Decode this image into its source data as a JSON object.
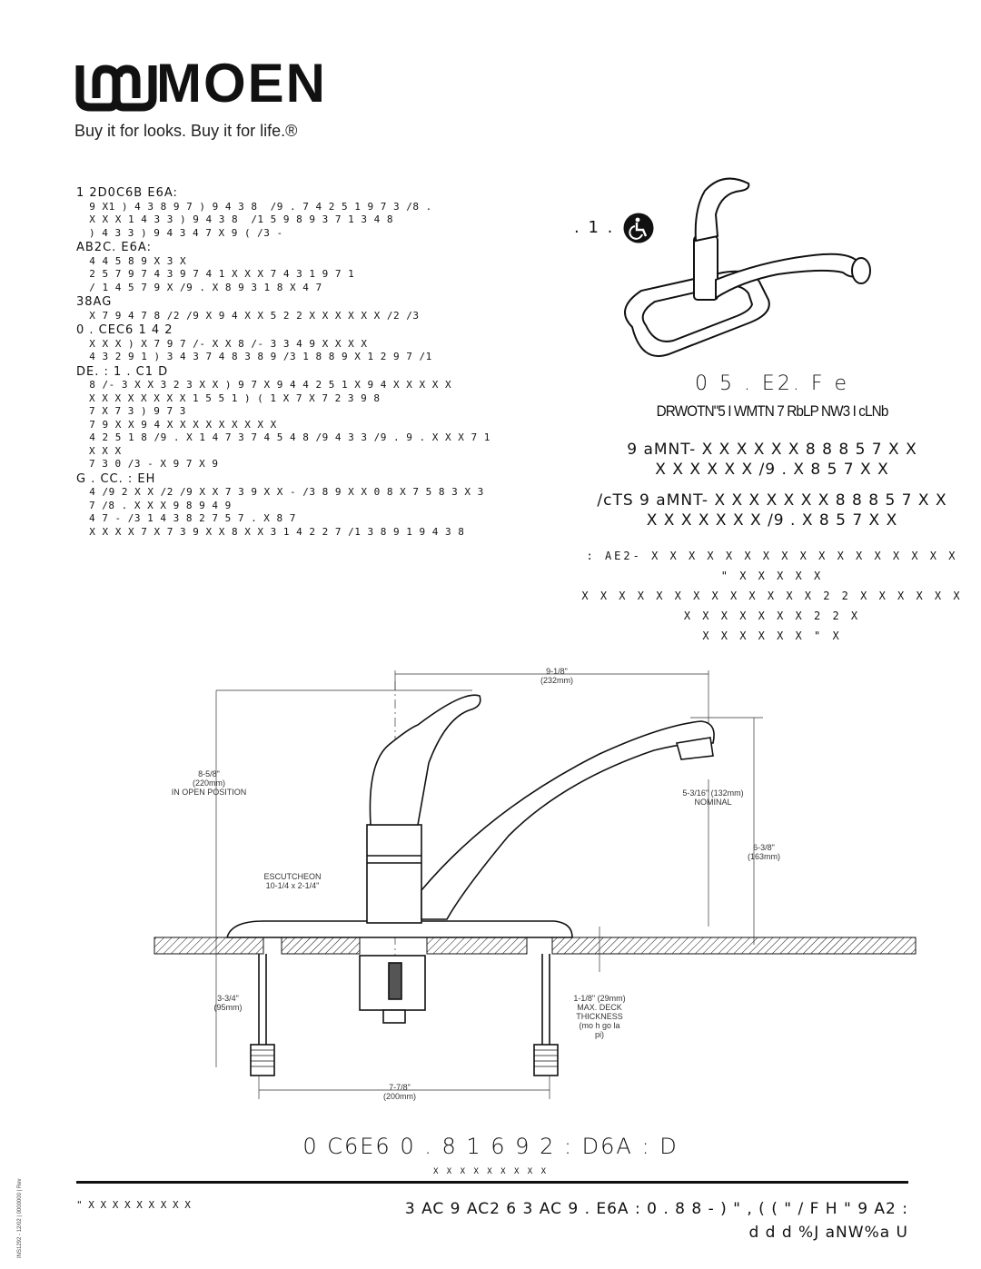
{
  "brand": {
    "name": "MOEN",
    "tagline": "Buy it for looks. Buy it for life.®"
  },
  "features": [
    {
      "heading": "1 2D0C6B E6A:",
      "items": [
        "  9 X1 ) 4 3 8 9 7 ) 9 4 3 8  /9 . 7 4 2 5 1 9 7 3 /8 .",
        "  X X X 1 4 3 3 ) 9 4 3 8  /1 5 9 8 9 3 7 1 3 4 8\n) 4 3 3 ) 9 4 3 4 7 X 9 ( /3 -"
      ]
    },
    {
      "heading": "AB2C. E6A:",
      "items": [
        "  4 4 5 8 9 X 3 X",
        "  2 5 7 9 7 4 3 9 7 4 1 X X X 7 4 3 1 9 7 1",
        "  / 1 4 5 7 9 X /9 . X 8 9 3 1 8 X 4 7"
      ]
    },
    {
      "heading": "38AG",
      "items": [
        "  X 7 9 4 7 8 /2 /9 X 9 4 X X 5 2 2 X X X X X X /2 /3"
      ]
    },
    {
      "heading": "0 . CEC6 1 4 2",
      "items": [
        "  X X X ) X 7 9 7 /- X X 8 /- 3 3 4 9 X X X X",
        "  4 3 2 9 1 ) 3 4 3 7 4 8 3 8 9 /3 1 8 8 9 X 1 2 9 7 /1"
      ]
    },
    {
      "heading": "DE. : 1 . C1 D",
      "items": [
        "  8 /- 3 X X 3 2 3 X X ) 9 7 X 9 4 4 2 5 1 X 9 4 X X X X X\nX X X X X X X X 1 5 5 1 ) ( 1 X 7 X 7 2 3 9 8\n7 X 7 3 ) 9 7 3",
        "  7 9 X X 9 4 X X X X X X X X X",
        "  4 2 5 1 8 /9 . X 1 4 7 3 7 4 5 4 8 /9 4 3 3 /9 . 9 . X X X 7 1 X X X\n7 3 0 /3 - X 9 7 X 9"
      ]
    },
    {
      "heading": "G . CC. : EH",
      "items": [
        "  4 /9 2 X X /2 /9 X X 7 3 9 X X - /3 8 9 X X 0 8 X 7 5 8 3 X 3 7 /8 . X X X 9 8 9 4 9\n4 7 - /3 1 4 3 8 2 7 5 7 . X 8 7",
        "  X X X X 7 X 7 3 9 X X 8 X X 3 1 4 2 2 7 /1 3 8 9 1 9 4 3 8"
      ]
    }
  ],
  "ada_label": ". 1 .",
  "model": {
    "title": "0 5 . E2. F e",
    "subtitle": "DRWOTN\"5 I WMTN 7 RbLP NW3 I cLNb",
    "line1": "9 aMNT- X X X X X X 8 8 8 5 7 X X",
    "line2": "X X X X X X /9 . X 8 5 7 X X",
    "line3": "/cTS 9 aMNT- X X X X X X X 8 8 8 5 7 X X",
    "line4": "X X X X X X X /9 . X 8 5 7 X X",
    "fine1": ": AE2- X X X X X X X X X X X X X X X X X \" X X X X X",
    "fine2": "X X X X X X X X X X X X X 2 2 X X X X X X X X X X X X X 2 2 X",
    "fine3": "X X X X X X \" X"
  },
  "dimensions": {
    "reach": "9-1/8\"",
    "reach_mm": "(232mm)",
    "height": "8-5/8\"",
    "height_mm": "(220mm)",
    "height_note": "IN OPEN POSITION",
    "nominal": "5-3/16\" (132mm)",
    "nominal_note": "NOMINAL",
    "spout_h": "6-3/8\"",
    "spout_h_mm": "(163mm)",
    "escutcheon": "ESCUTCHEON",
    "escutcheon_size": "10-1/4    x  2-1/4\"",
    "shank": "3-3/4\"",
    "shank_mm": "(95mm)",
    "deck": "1-1/8\" (29mm)",
    "deck_note1": "MAX. DECK",
    "deck_note2": "THICKNESS",
    "deck_note3": "(mo h    go    la",
    "deck_note4": "pi)",
    "spacing": "7-7/8\"",
    "spacing_mm": "(200mm)"
  },
  "footer": {
    "title": "0 C6E6 0 . 8 1 6 9 2 : D6A : D",
    "sub": "X  X  X X X X X X X",
    "left": "\" X X X X X X X X X",
    "right1": "3 AC 9 AC2 6 3 AC 9 . E6A : 0 . 8 8 - ) \" , ( ( \" / F H \" 9 A2 :",
    "right2": "d d d %J aNW%a U",
    "side_code": "INS1292 - 12/02 | 0000000 | Rev"
  }
}
